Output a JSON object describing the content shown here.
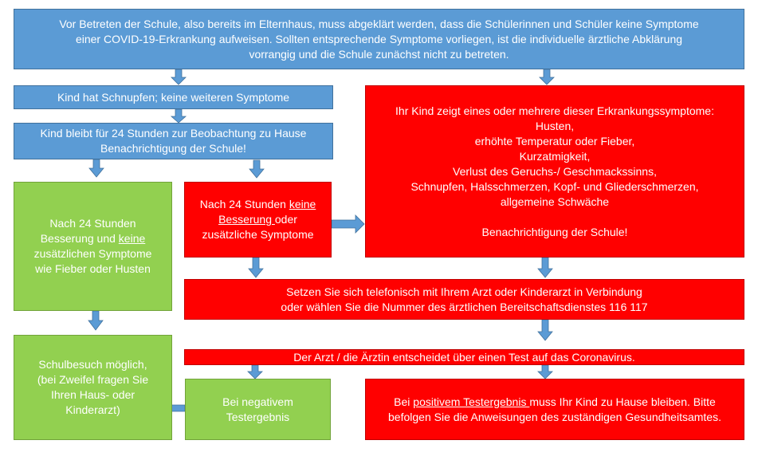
{
  "colors": {
    "blue": "#5b9bd5",
    "red": "#ff0000",
    "green": "#92d050",
    "arrow": "#5b9bd5",
    "text": "#ffffff"
  },
  "top_box": {
    "lines": [
      "Vor Betreten der Schule, also bereits im Elternhaus, muss abgeklärt werden, dass die Schülerinnen und Schüler keine Symptome",
      "einer COVID-19-Erkrankung aufweisen. Sollten entsprechende Symptome vorliegen, ist die individuelle ärztliche Abklärung",
      "vorrangig und die Schule zunächst nicht zu betreten."
    ]
  },
  "schnupfen_box": {
    "text": "Kind hat Schnupfen; keine weiteren Symptome"
  },
  "beobachtung_box": {
    "lines": [
      "Kind bleibt für 24 Stunden zur Beobachtung zu Hause",
      "Benachrichtigung der Schule!"
    ]
  },
  "symptoms_box": {
    "intro": "Ihr Kind zeigt eines oder mehrere dieser  Erkrankungssymptome:",
    "symptoms": [
      "Husten,",
      "erhöhte Temperatur oder Fieber,",
      "Kurzatmigkeit,",
      "Verlust des Geruchs-/ Geschmackssinns,",
      "Schnupfen, Halsschmerzen, Kopf- und Gliederschmerzen,",
      "allgemeine Schwäche"
    ],
    "notice": "Benachrichtigung der Schule!"
  },
  "besserung_box": {
    "line1": "Nach 24 Stunden",
    "line2_a": "Besserung und ",
    "line2_u": "keine",
    "line3": "zusätzlichen Symptome",
    "line4": "wie Fieber oder Husten"
  },
  "keine_besserung_box": {
    "line1_a": "Nach 24 Stunden ",
    "line1_u": "keine",
    "line2_u": "Besserung ",
    "line2_b": "oder",
    "line3": "zusätzliche Symptome"
  },
  "arzt_box": {
    "lines": [
      "Setzen Sie sich telefonisch mit Ihrem Arzt oder Kinderarzt in Verbindung",
      "oder wählen Sie die Nummer des ärztlichen Bereitschaftsdienstes 116 117"
    ]
  },
  "test_box": {
    "text": "Der Arzt / die Ärztin entscheidet über einen Test auf das Coronavirus."
  },
  "schulbesuch_box": {
    "lines": [
      "Schulbesuch möglich,",
      "(bei Zweifel fragen Sie",
      "Ihren Haus- oder",
      "Kinderarzt)"
    ]
  },
  "negativ_box": {
    "lines": [
      "Bei negativem",
      "Testergebnis"
    ]
  },
  "positiv_box": {
    "line1_a": "Bei ",
    "line1_u": "positivem Testergebnis ",
    "line1_b": "muss Ihr Kind zu Hause bleiben. Bitte",
    "line2": "befolgen Sie die Anweisungen des zuständigen Gesundheitsamtes."
  }
}
